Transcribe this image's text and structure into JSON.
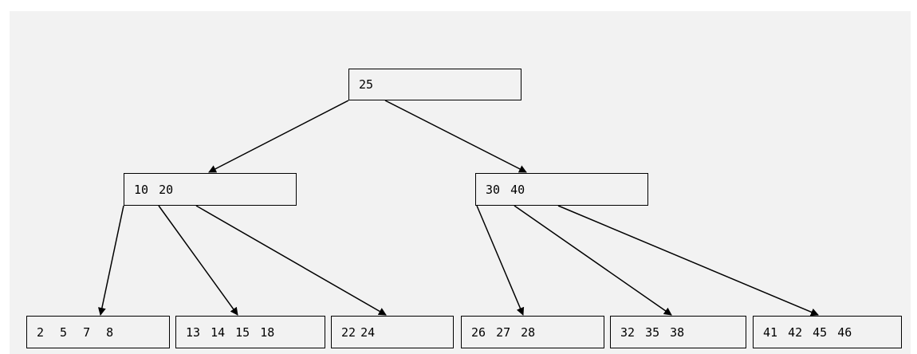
{
  "tree": {
    "root": {
      "keys": [
        "25"
      ]
    },
    "internal": [
      {
        "keys": [
          "10",
          "20"
        ]
      },
      {
        "keys": [
          "30",
          "40"
        ]
      }
    ],
    "leaves": [
      {
        "keys": [
          "2",
          "5",
          "7",
          "8"
        ]
      },
      {
        "keys": [
          "13",
          "14",
          "15",
          "18"
        ]
      },
      {
        "keys": [
          "22",
          "24"
        ]
      },
      {
        "keys": [
          "26",
          "27",
          "28"
        ]
      },
      {
        "keys": [
          "32",
          "35",
          "38"
        ]
      },
      {
        "keys": [
          "41",
          "42",
          "45",
          "46"
        ]
      }
    ]
  },
  "colors": {
    "background": "#f2f2f2",
    "stroke": "#000000"
  }
}
